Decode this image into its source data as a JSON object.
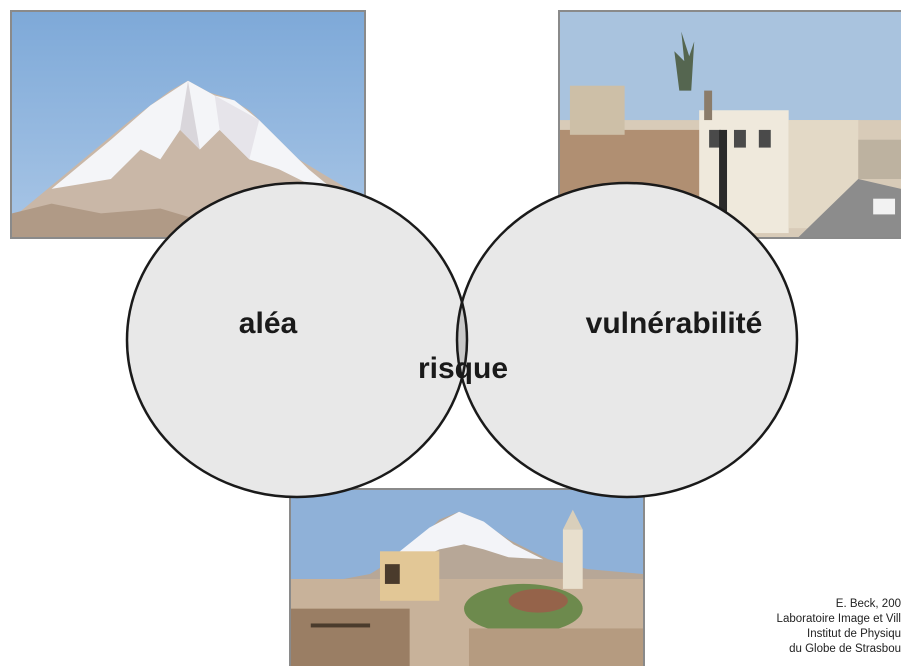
{
  "diagram": {
    "left_label": "aléa",
    "right_label": "vulnérabilité",
    "center_label": "risque",
    "colors": {
      "circle_fill": "#e8e8e8",
      "intersection_fill": "#c8c8c8",
      "stroke": "#1a1a1a"
    }
  },
  "photos": [
    {
      "name": "volcano-photo",
      "subject": "snow-capped volcano"
    },
    {
      "name": "city-photo",
      "subject": "city street with buildings"
    },
    {
      "name": "combined-photo",
      "subject": "volcano behind city rooftops"
    }
  ],
  "credit": {
    "line1": "E. Beck, 200",
    "line2": "Laboratoire Image et Vill",
    "line3": "Institut de Physiqu",
    "line4": "du Globe de Strasbou"
  }
}
